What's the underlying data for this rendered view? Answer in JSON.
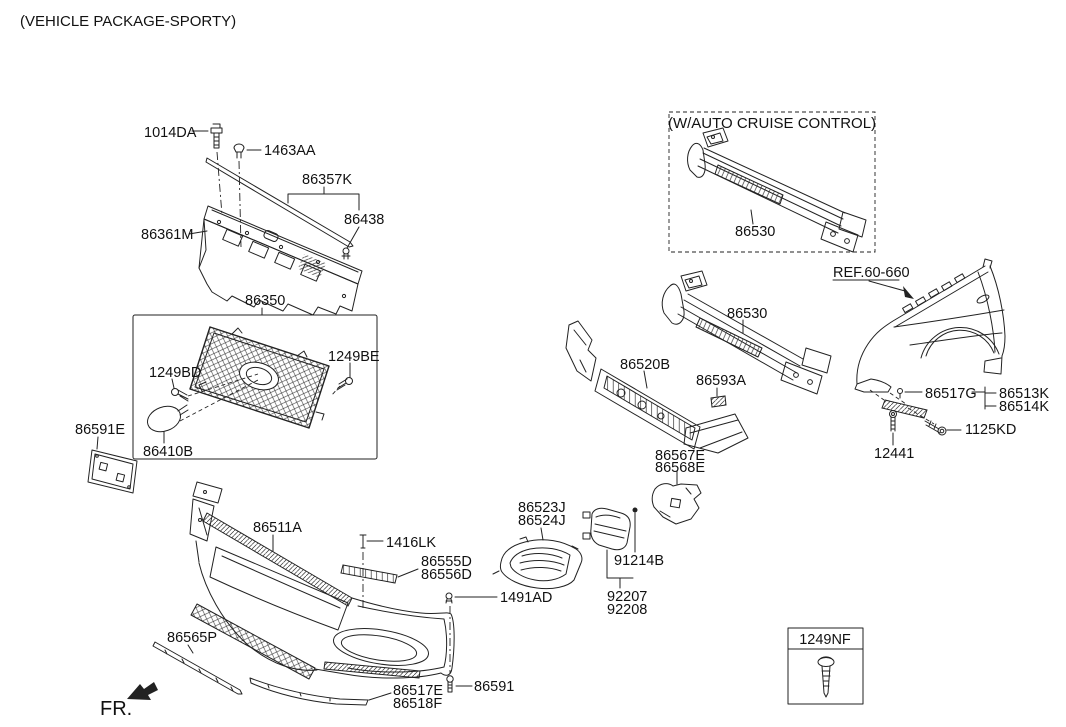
{
  "title": "(VEHICLE PACKAGE-SPORTY)",
  "direction_indicator": "FR.",
  "reference": "REF.60-660",
  "cruise_box": {
    "caption": "(W/AUTO CRUISE CONTROL)",
    "part": "86530"
  },
  "fastener_box": {
    "part": "1249NF"
  },
  "colors": {
    "line": "#222222",
    "background": "#ffffff"
  },
  "parts": {
    "p1014DA": "1014DA",
    "p1463AA": "1463AA",
    "p86357K": "86357K",
    "p86438": "86438",
    "p86361M": "86361M",
    "p86350": "86350",
    "p1249BD": "1249BD",
    "p1249BE": "1249BE",
    "p86410B": "86410B",
    "p86591E": "86591E",
    "p86530": "86530",
    "p86520B": "86520B",
    "p86593A": "86593A",
    "p86567E": "86567E",
    "p86568E": "86568E",
    "p86511A": "86511A",
    "p1416LK": "1416LK",
    "p86555D": "86555D",
    "p86556D": "86556D",
    "p1491AD": "1491AD",
    "p86523J": "86523J",
    "p86524J": "86524J",
    "p91214B": "91214B",
    "p92207": "92207",
    "p92208": "92208",
    "p86565P": "86565P",
    "p86517E": "86517E",
    "p86518F": "86518F",
    "p86591": "86591",
    "p86517G": "86517G",
    "p86513K": "86513K",
    "p86514K": "86514K",
    "p1125KD": "1125KD",
    "p12441": "12441"
  }
}
